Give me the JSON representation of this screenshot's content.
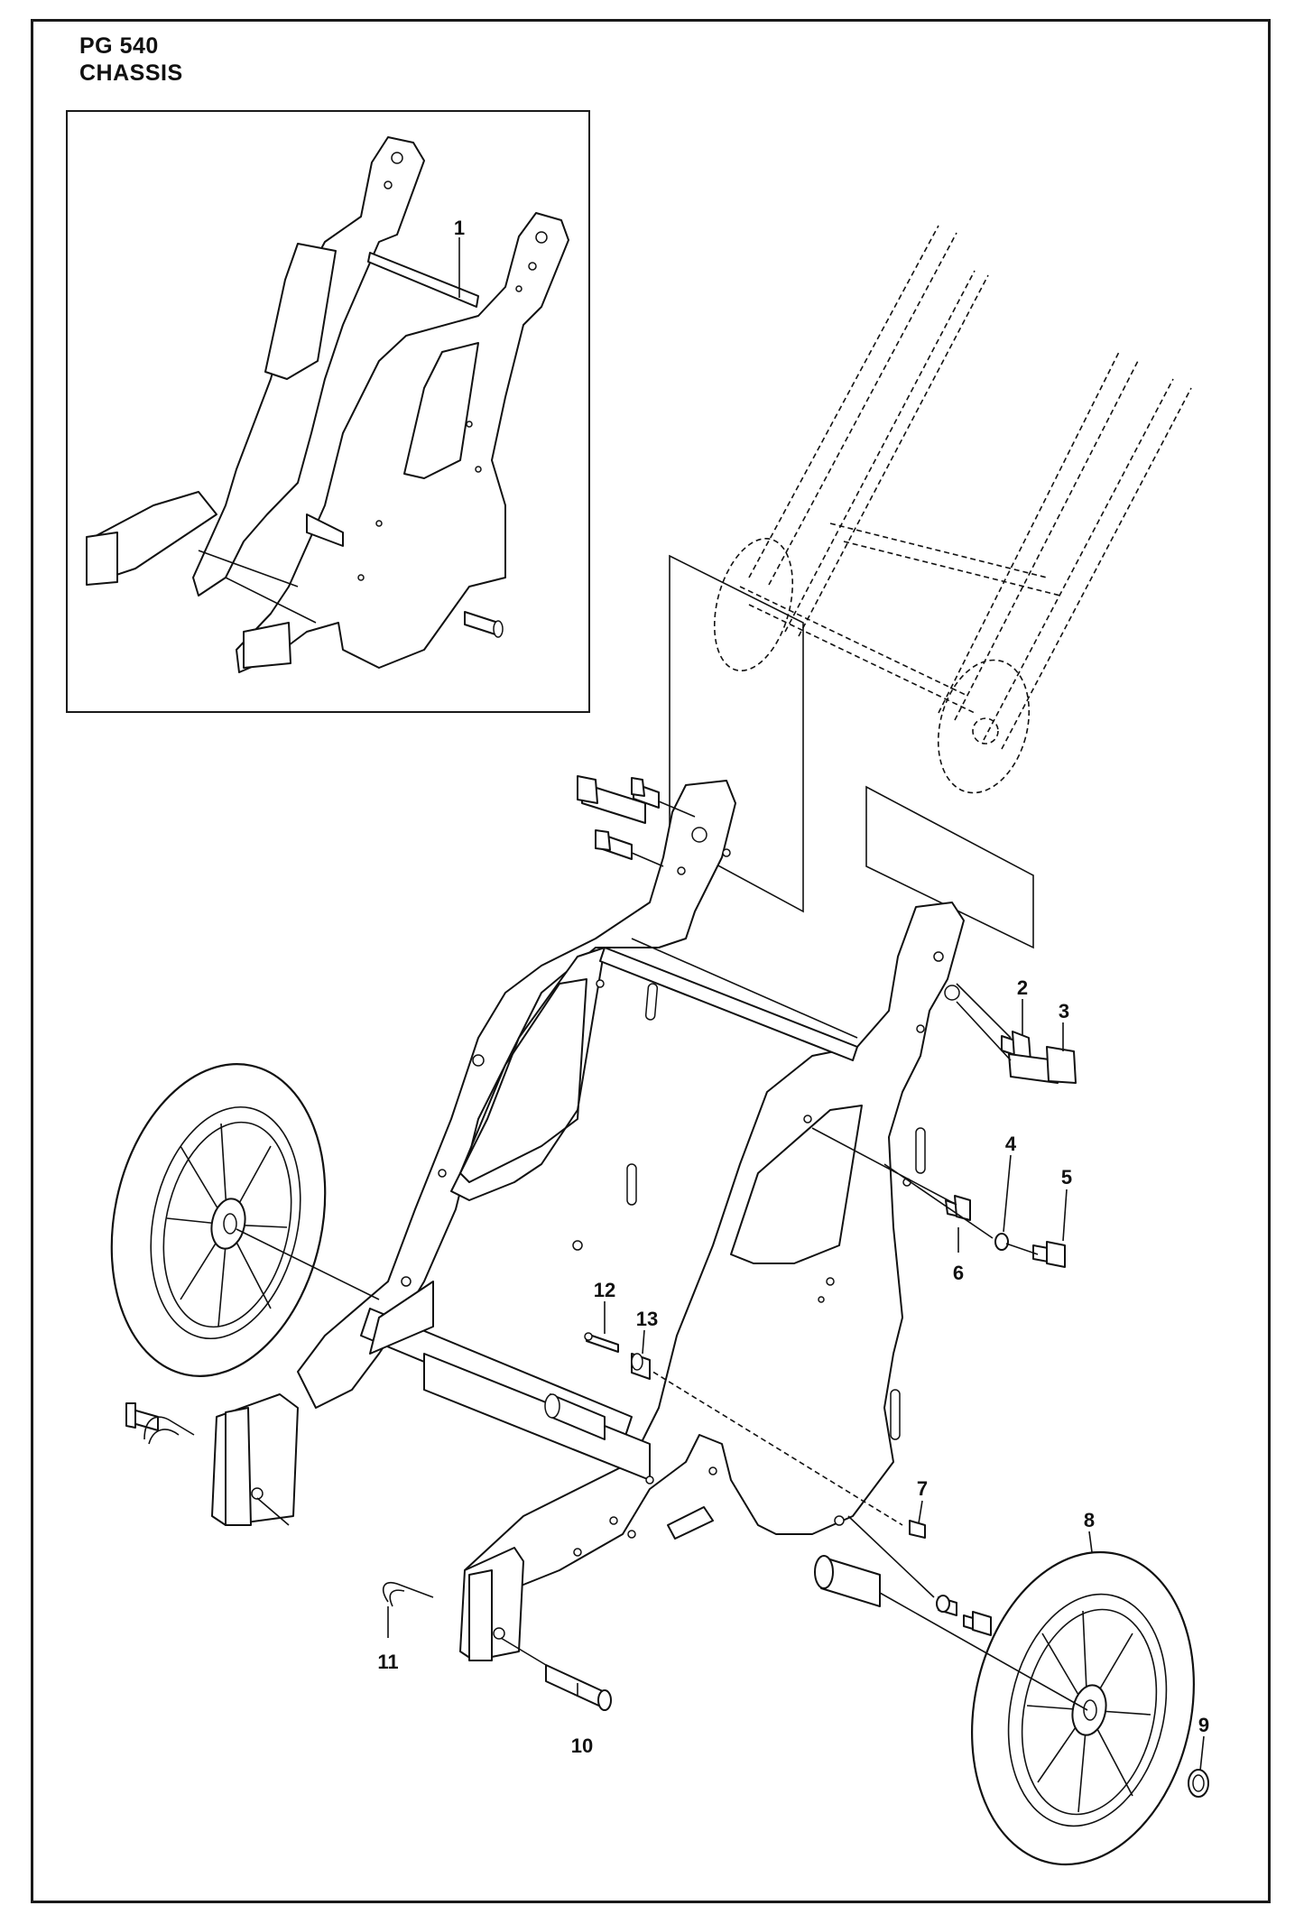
{
  "header": {
    "model": "PG 540",
    "section": "CHASSIS"
  },
  "callouts": {
    "c1": "1",
    "c2": "2",
    "c3": "3",
    "c4": "4",
    "c5": "5",
    "c6": "6",
    "c7": "7",
    "c8": "8",
    "c9": "9",
    "c10": "10",
    "c11": "11",
    "c12": "12",
    "c13": "13"
  }
}
